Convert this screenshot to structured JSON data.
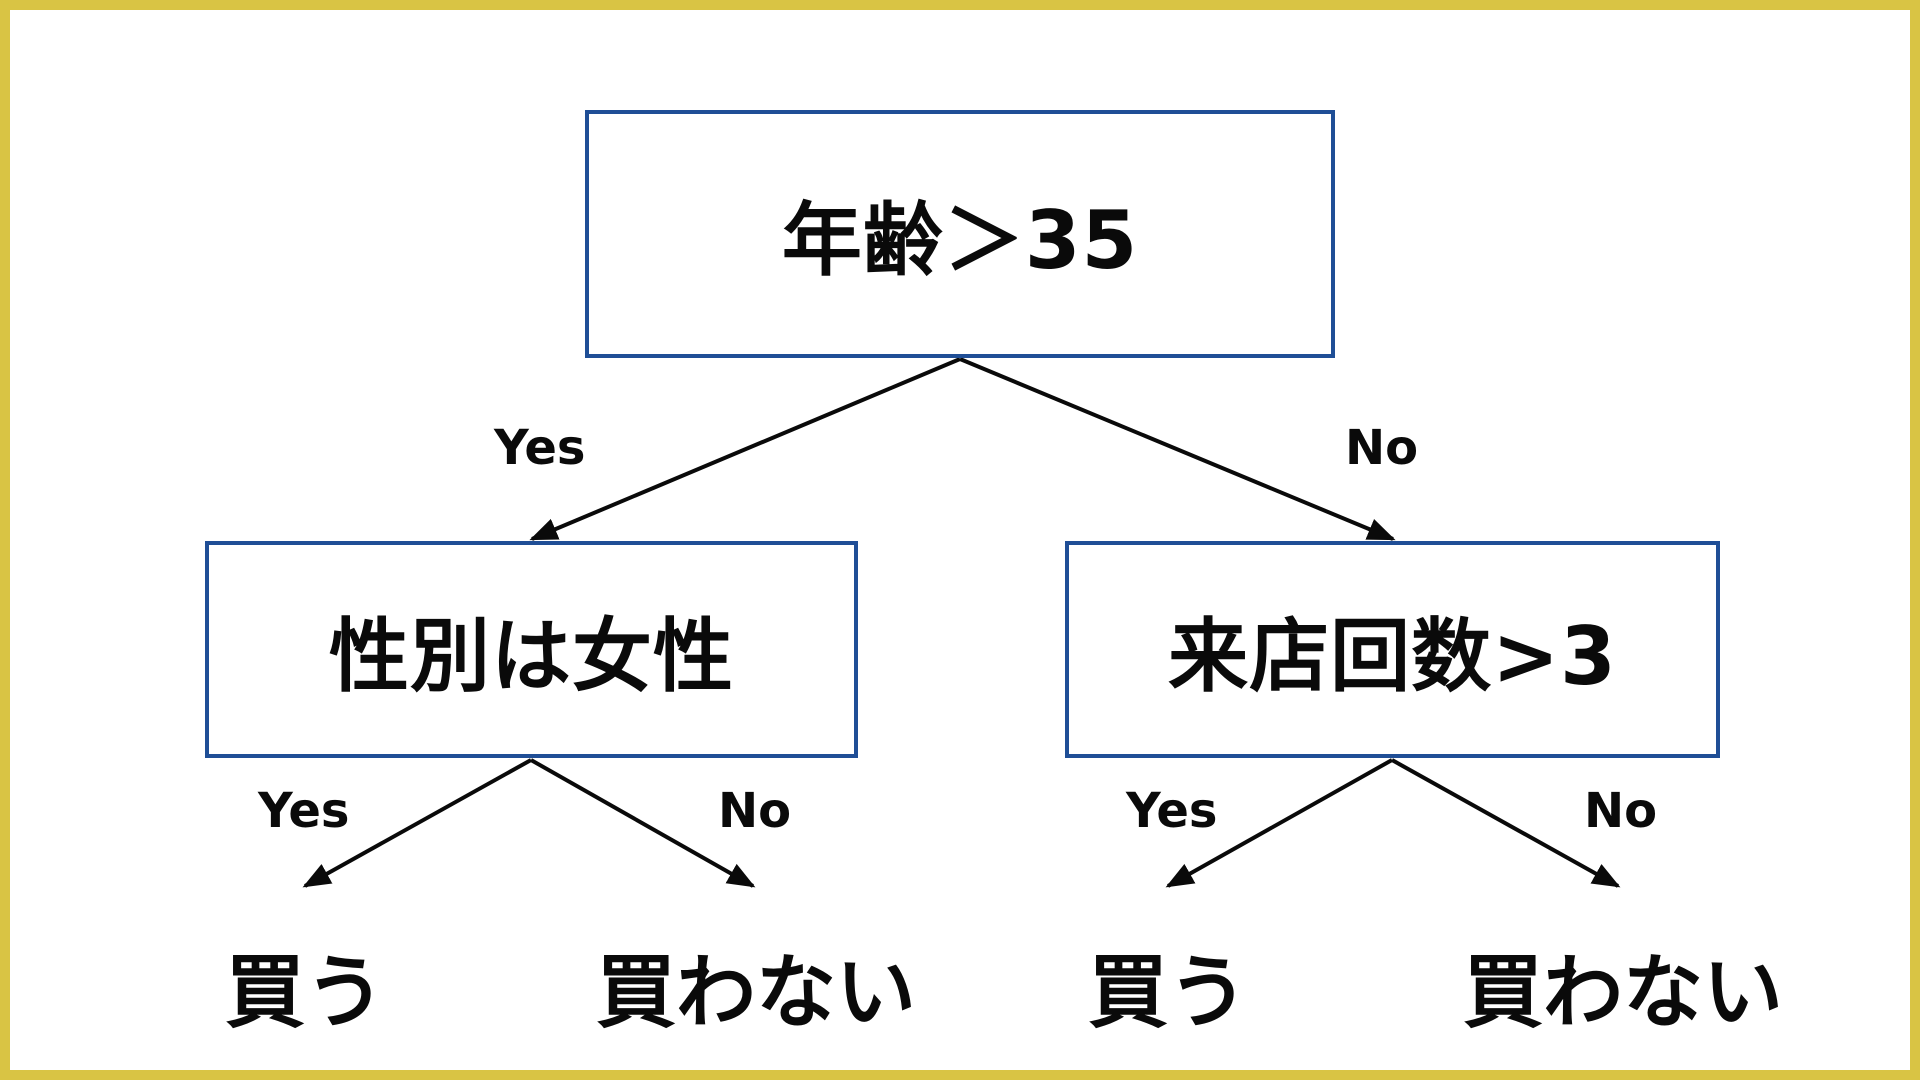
{
  "tree": {
    "root": {
      "label": "年齢＞35",
      "yes_label": "Yes",
      "no_label": "No"
    },
    "left": {
      "label": "性別は女性",
      "yes_label": "Yes",
      "no_label": "No",
      "yes_leaf": "買う",
      "no_leaf": "買わない"
    },
    "right": {
      "label": "来店回数>3",
      "yes_label": "Yes",
      "no_label": "No",
      "yes_leaf": "買う",
      "no_leaf": "買わない"
    }
  },
  "colors": {
    "frame": "#d9c444",
    "node_border": "#1f4e96",
    "edge": "#0a0a0a",
    "text": "#0a0a0a",
    "background": "#ffffff"
  }
}
